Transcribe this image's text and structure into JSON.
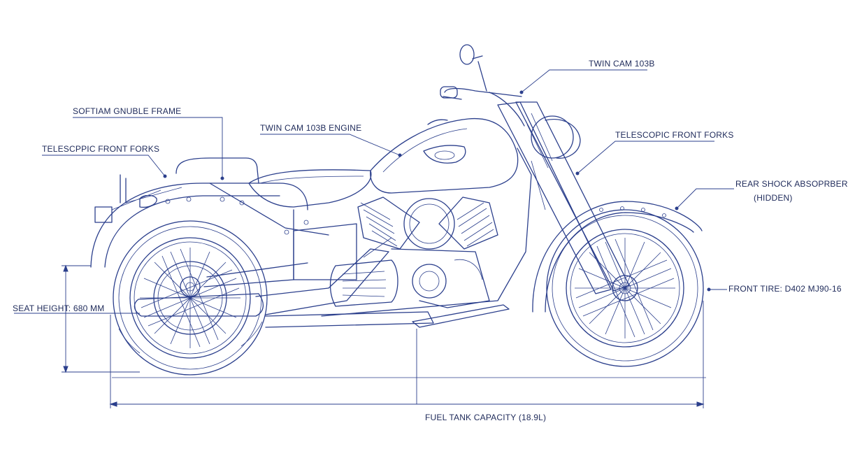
{
  "colors": {
    "ink": "#2b3f8c",
    "text": "#1e2a5a",
    "background": "#ffffff"
  },
  "labels": {
    "frame": "SOFTІAM GNUBLE FRAME",
    "forks_left": "TELESCPPIC FRONT FORKS",
    "engine": "TWIN CAM 103B ENGINE",
    "engine_top": "TWIN CAM 103B",
    "forks_right": "TELESCOPIC FRONT FORKS",
    "shock_line1": "REAR SHOCK ABSOPRBER",
    "shock_line2": "(HIDDEN)",
    "front_tire": "FRONT TIRE: D402 MJ90-16",
    "seat_height": "SEAT HEIGHT: 680 MM",
    "fuel_tank": "FUEL TANK CAPACITY (18.9L)"
  }
}
